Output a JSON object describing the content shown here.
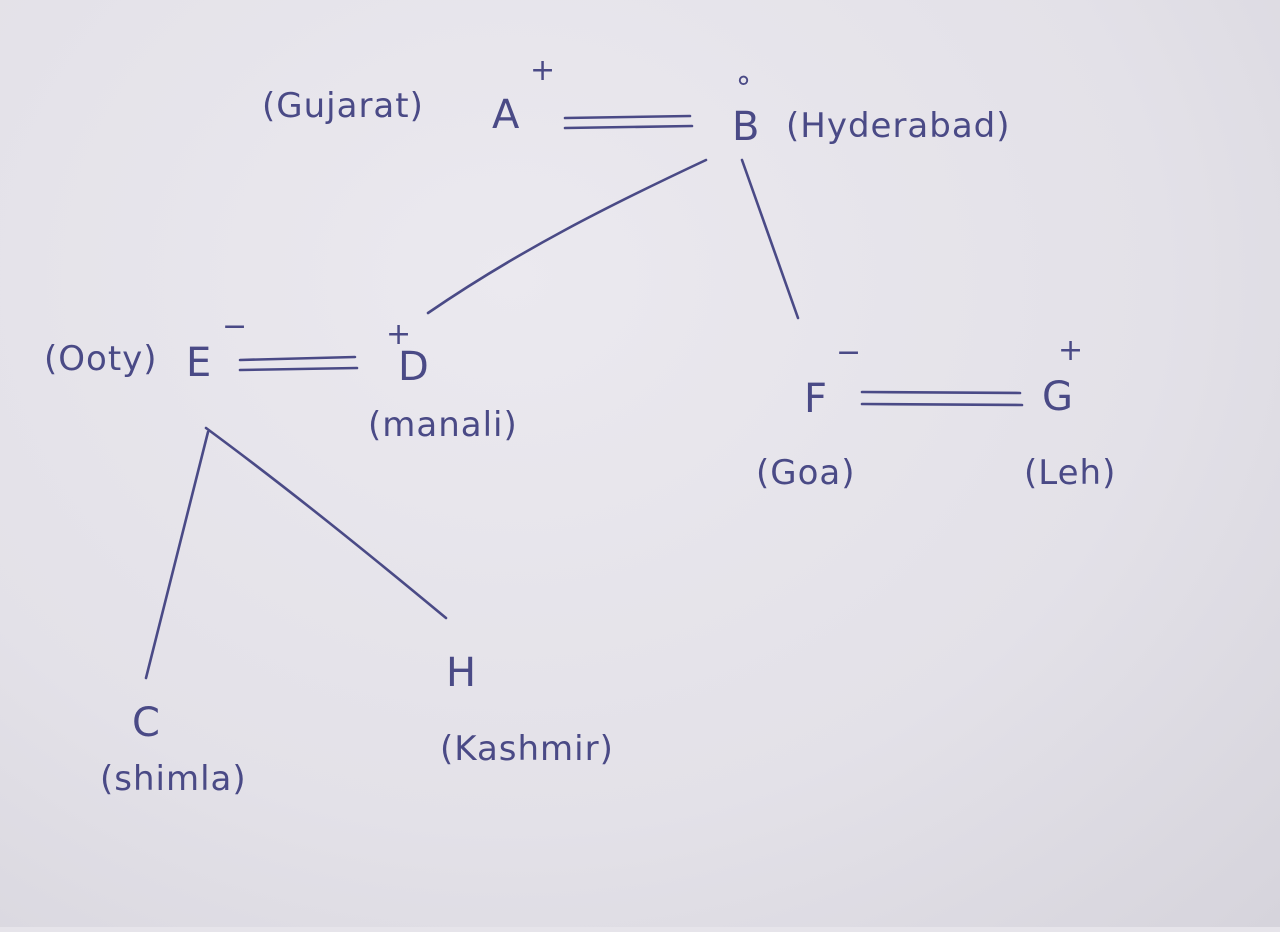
{
  "nodes": {
    "A": {
      "letter": "A",
      "charge": "+",
      "label": "(Gujarat)"
    },
    "B": {
      "letter": "B",
      "charge": "°",
      "label": "(Hyderabad)"
    },
    "D": {
      "letter": "D",
      "charge": "+",
      "label": "(manali)"
    },
    "E": {
      "letter": "E",
      "charge": "−",
      "label": "(Ooty)"
    },
    "F": {
      "letter": "F",
      "charge": "−",
      "label": "(Goa)"
    },
    "G": {
      "letter": "G",
      "charge": "+",
      "label": "(Leh)"
    },
    "C": {
      "letter": "C",
      "label": "(shimla)"
    },
    "H": {
      "letter": "H",
      "label": "(Kashmir)"
    }
  },
  "edges": [
    {
      "from": "A",
      "to": "B",
      "type": "double"
    },
    {
      "from": "E",
      "to": "D",
      "type": "double"
    },
    {
      "from": "F",
      "to": "G",
      "type": "double"
    },
    {
      "from": "B",
      "to": "D",
      "type": "single"
    },
    {
      "from": "B",
      "to": "F",
      "type": "single"
    },
    {
      "from": "E",
      "to": "C",
      "type": "single"
    },
    {
      "from": "E",
      "to": "H",
      "type": "single"
    }
  ],
  "ink_color": "#4a4a86"
}
